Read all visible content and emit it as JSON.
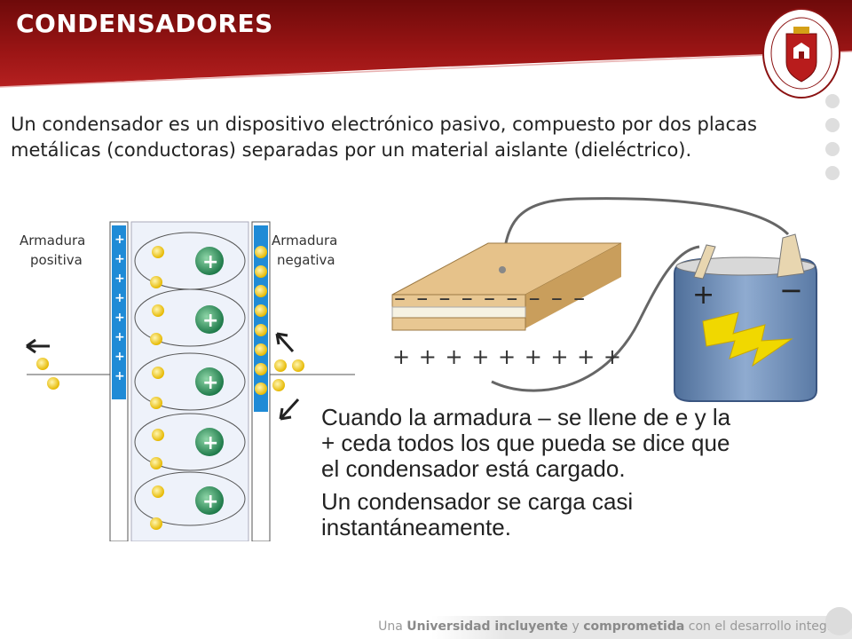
{
  "slide": {
    "title": "CONDENSADORES",
    "intro": "Un condensador es un dispositivo electrónico pasivo, compuesto por dos placas metálicas (conductoras) separadas por un material aislante (dieléctrico).",
    "body": [
      "Cuando la armadura – se llene de e y la + ceda todos los que pueda se dice que el condensador está cargado.",
      "Un condensador se carga casi instantáneamente."
    ]
  },
  "figure_left": {
    "label_positive_1": "Armadura",
    "label_positive_2": "positiva",
    "label_negative_1": "Armadura",
    "label_negative_2": "negativa",
    "plus": "+",
    "minus": "-"
  },
  "figure_right": {
    "top_charges": "– – – – – – – – –",
    "bottom_charges": "+ + + + + + + + +",
    "battery_plus": "+",
    "battery_minus": "−"
  },
  "footer": {
    "part1": "Una ",
    "part2": "Universidad incluyente",
    "part3": " y ",
    "part4": "comprometida",
    "part5": " con el desarrollo integral"
  },
  "colors": {
    "header_red": "#8b1212",
    "plate_blue": "#1f8bd6",
    "electron_yellow": "#f4d23a",
    "plus_green": "#2e8b57",
    "battery_blue": "#6f8fb5"
  }
}
